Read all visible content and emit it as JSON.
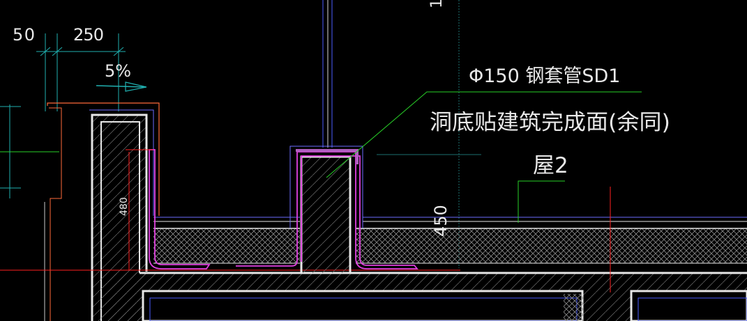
{
  "drawing": {
    "dimensions": {
      "dim_50": "50",
      "dim_250": "250",
      "dim_480": "480",
      "dim_450": "450"
    },
    "slope_label": "5%",
    "annotation": {
      "line1": "Φ150  钢套管SD1",
      "line2": "洞底贴建筑完成面(余同)",
      "line3": "屋2"
    },
    "partial_top_text": "1"
  },
  "colors": {
    "background": "#000000",
    "concrete_outline": "#e6e6e6",
    "waterproof_magenta": "#e040e0",
    "flashing_purple": "#b060c0",
    "leader_green": "#28d028",
    "dimension_cyan": "#20b0b0",
    "datum_red": "#ff2020",
    "parapet_orange": "#ff6a3a",
    "blue_layer": "#4a5cff",
    "hatch_gray": "#9a9a9a"
  }
}
